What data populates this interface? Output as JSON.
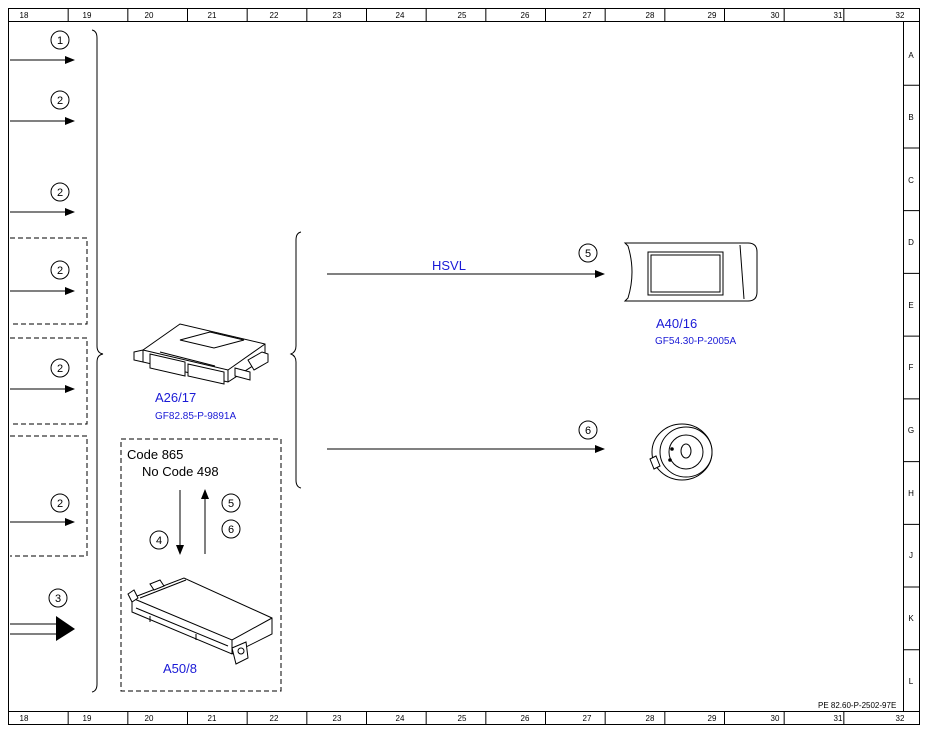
{
  "grid": {
    "columns": [
      "18",
      "19",
      "20",
      "21",
      "22",
      "23",
      "24",
      "25",
      "26",
      "27",
      "28",
      "29",
      "30",
      "31",
      "32"
    ],
    "rows": [
      "A",
      "B",
      "C",
      "D",
      "E",
      "F",
      "G",
      "H",
      "J",
      "K",
      "L"
    ]
  },
  "document_ref": "PE 82.60-P-2502-97E",
  "components": {
    "a26_17": {
      "code": "A26/17",
      "ref": "GF82.85-P-9891A"
    },
    "a40_16": {
      "code": "A40/16",
      "ref": "GF54.30-P-2005A"
    },
    "a50_8": {
      "code": "A50/8"
    }
  },
  "notes": {
    "code_865": "Code 865",
    "no_code_498": "No Code 498"
  },
  "signals": {
    "hsvl": "HSVL"
  },
  "left_inputs": [
    "1",
    "2",
    "2",
    "2",
    "2",
    "2",
    "3"
  ],
  "circle_labels": {
    "to_a40_16": "5",
    "to_speaker": "6",
    "down": "4",
    "up_5": "5",
    "up_6": "6"
  }
}
